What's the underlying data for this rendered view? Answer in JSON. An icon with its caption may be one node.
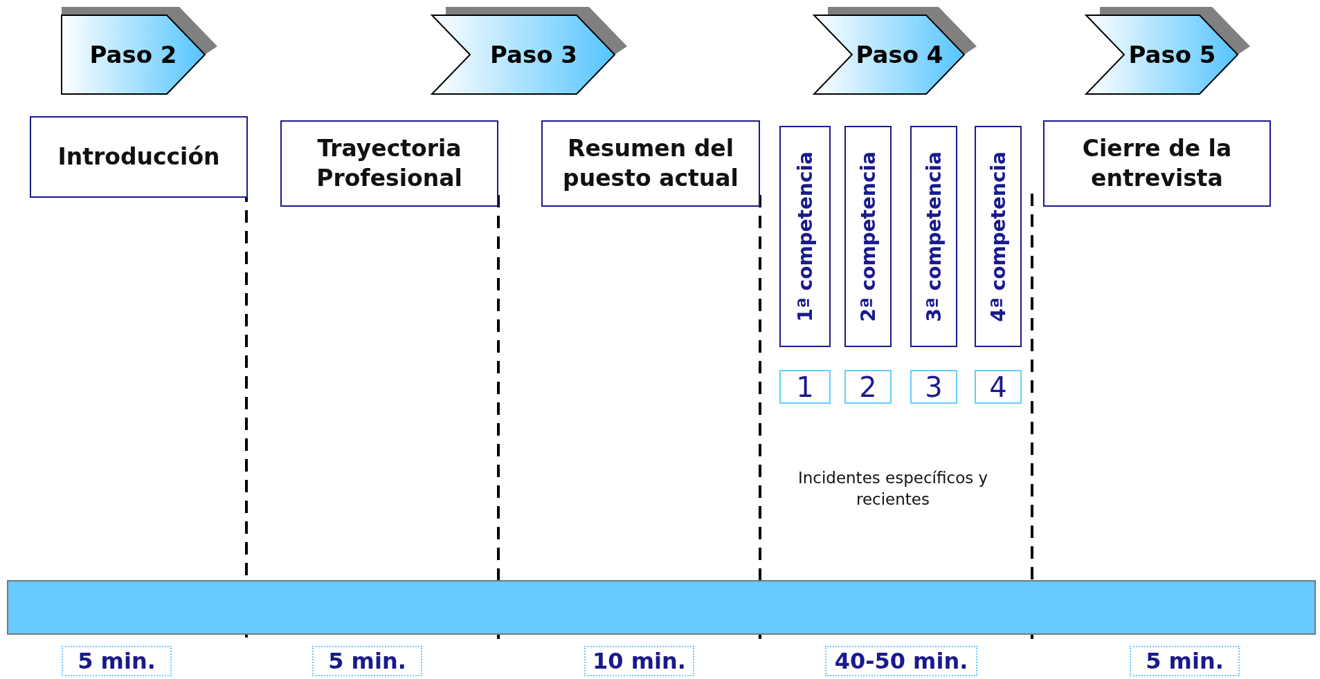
{
  "diagram": {
    "nodes": [
      {
        "text": [
          "Paso 2"
        ]
      },
      {
        "text": [
          "Paso 3"
        ]
      },
      {
        "text": [
          "Paso 4"
        ]
      },
      {
        "text": [
          "Paso 5"
        ]
      },
      {
        "text": [
          "Introducción"
        ]
      },
      {
        "text": [
          "Trayectoria Profesional"
        ]
      },
      {
        "text": [
          "Resumen del puesto actual"
        ]
      },
      {
        "text": [
          "1ª competencia"
        ]
      },
      {
        "text": [
          "2ª competencia"
        ]
      },
      {
        "text": [
          "3ª competencia"
        ]
      },
      {
        "text": [
          "4ª competencia"
        ]
      },
      {
        "text": [
          "Cierre de la entrevista"
        ]
      },
      {
        "text": [
          "1"
        ]
      },
      {
        "text": [
          "2"
        ]
      },
      {
        "text": [
          "3"
        ]
      },
      {
        "text": [
          "4"
        ]
      },
      {
        "text": [
          "5 min."
        ]
      },
      {
        "text": [
          "5 min."
        ]
      },
      {
        "text": [
          "10 min."
        ]
      },
      {
        "text": [
          "40-50 min."
        ]
      },
      {
        "text": [
          "5 min."
        ]
      },
      {
        "text": [],
        "shape": "bar"
      }
    ],
    "labels": [
      "Incidentes específicos y recientes"
    ]
  }
}
